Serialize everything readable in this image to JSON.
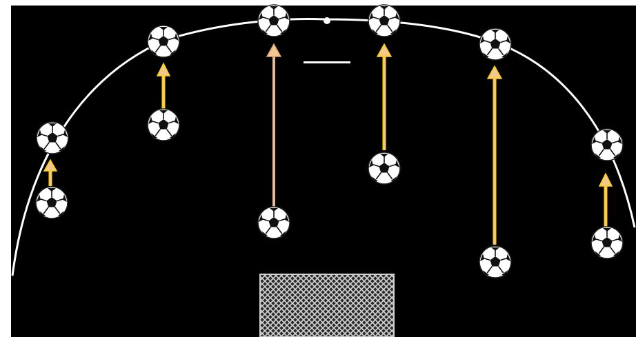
{
  "diagram": {
    "colors": {
      "frame": "#ffffff",
      "field": "#000000",
      "arc_line": "#ffffff",
      "center_mark": "#ffffff",
      "arrow_fill": "#f0c890",
      "arrow_edge": "#ffd000",
      "ball_light": "#ffffff",
      "ball_dark": "#111111",
      "goal_dark": "#333333",
      "goal_light": "#cfcfcf"
    },
    "ball_count_on_arc": 6,
    "ball_count_inside": 6,
    "arrow_count": 6
  }
}
